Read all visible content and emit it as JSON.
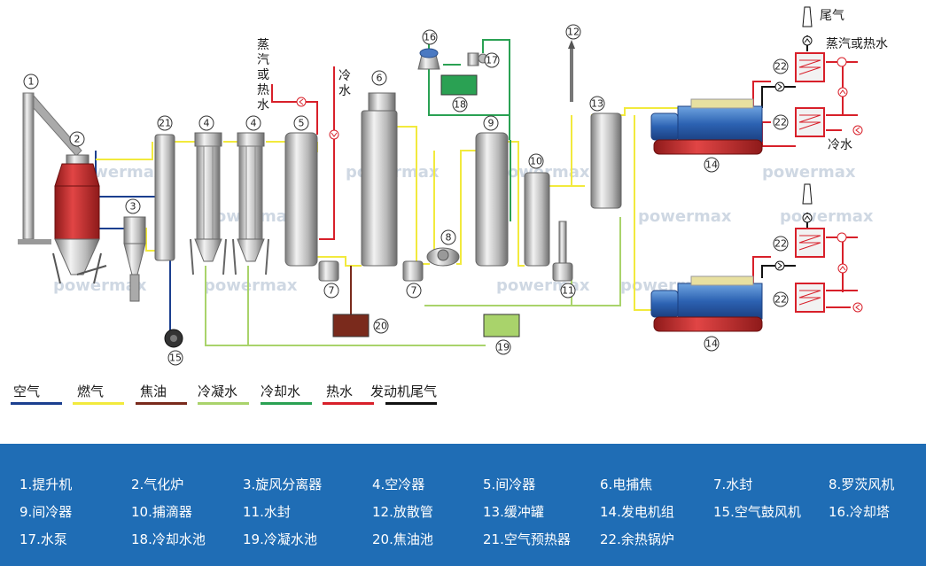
{
  "labels": {
    "steam_hot_water_left": [
      "蒸",
      "汽",
      "或",
      "热",
      "水"
    ],
    "cold_water_top": [
      "冷",
      "水"
    ],
    "tail_gas": "尾气",
    "steam_hot_water_right": "蒸汽或热水",
    "cold_water_right": "冷水"
  },
  "numbers": [
    "1",
    "2",
    "3",
    "4",
    "5",
    "6",
    "7",
    "8",
    "9",
    "10",
    "11",
    "12",
    "13",
    "14",
    "15",
    "16",
    "17",
    "18",
    "19",
    "20",
    "21",
    "22"
  ],
  "watermark": "powermax",
  "legend": [
    {
      "label": "空气",
      "color": "#1b3f8f"
    },
    {
      "label": "燃气",
      "color": "#f2ea3d"
    },
    {
      "label": "焦油",
      "color": "#7a2a1c"
    },
    {
      "label": "冷凝水",
      "color": "#a9d36b"
    },
    {
      "label": "冷却水",
      "color": "#2aa153"
    },
    {
      "label": "热水",
      "color": "#d8202a"
    },
    {
      "label": "发动机尾气",
      "color": "#111111"
    }
  ],
  "components": [
    "1.提升机",
    "2.气化炉",
    "3.旋风分离器",
    "4.空冷器",
    "5.间冷器",
    "6.电捕焦",
    "7.水封",
    "8.罗茨风机",
    "9.间冷器",
    "10.捕滴器",
    "11.水封",
    "12.放散管",
    "13.缓冲罐",
    "14.发电机组",
    "15.空气鼓风机",
    "16.冷却塔",
    "17.水泵",
    "18.冷却水池",
    "19.冷凝水池",
    "20.焦油池",
    "21.空气预热器",
    "22.余热锅炉"
  ]
}
